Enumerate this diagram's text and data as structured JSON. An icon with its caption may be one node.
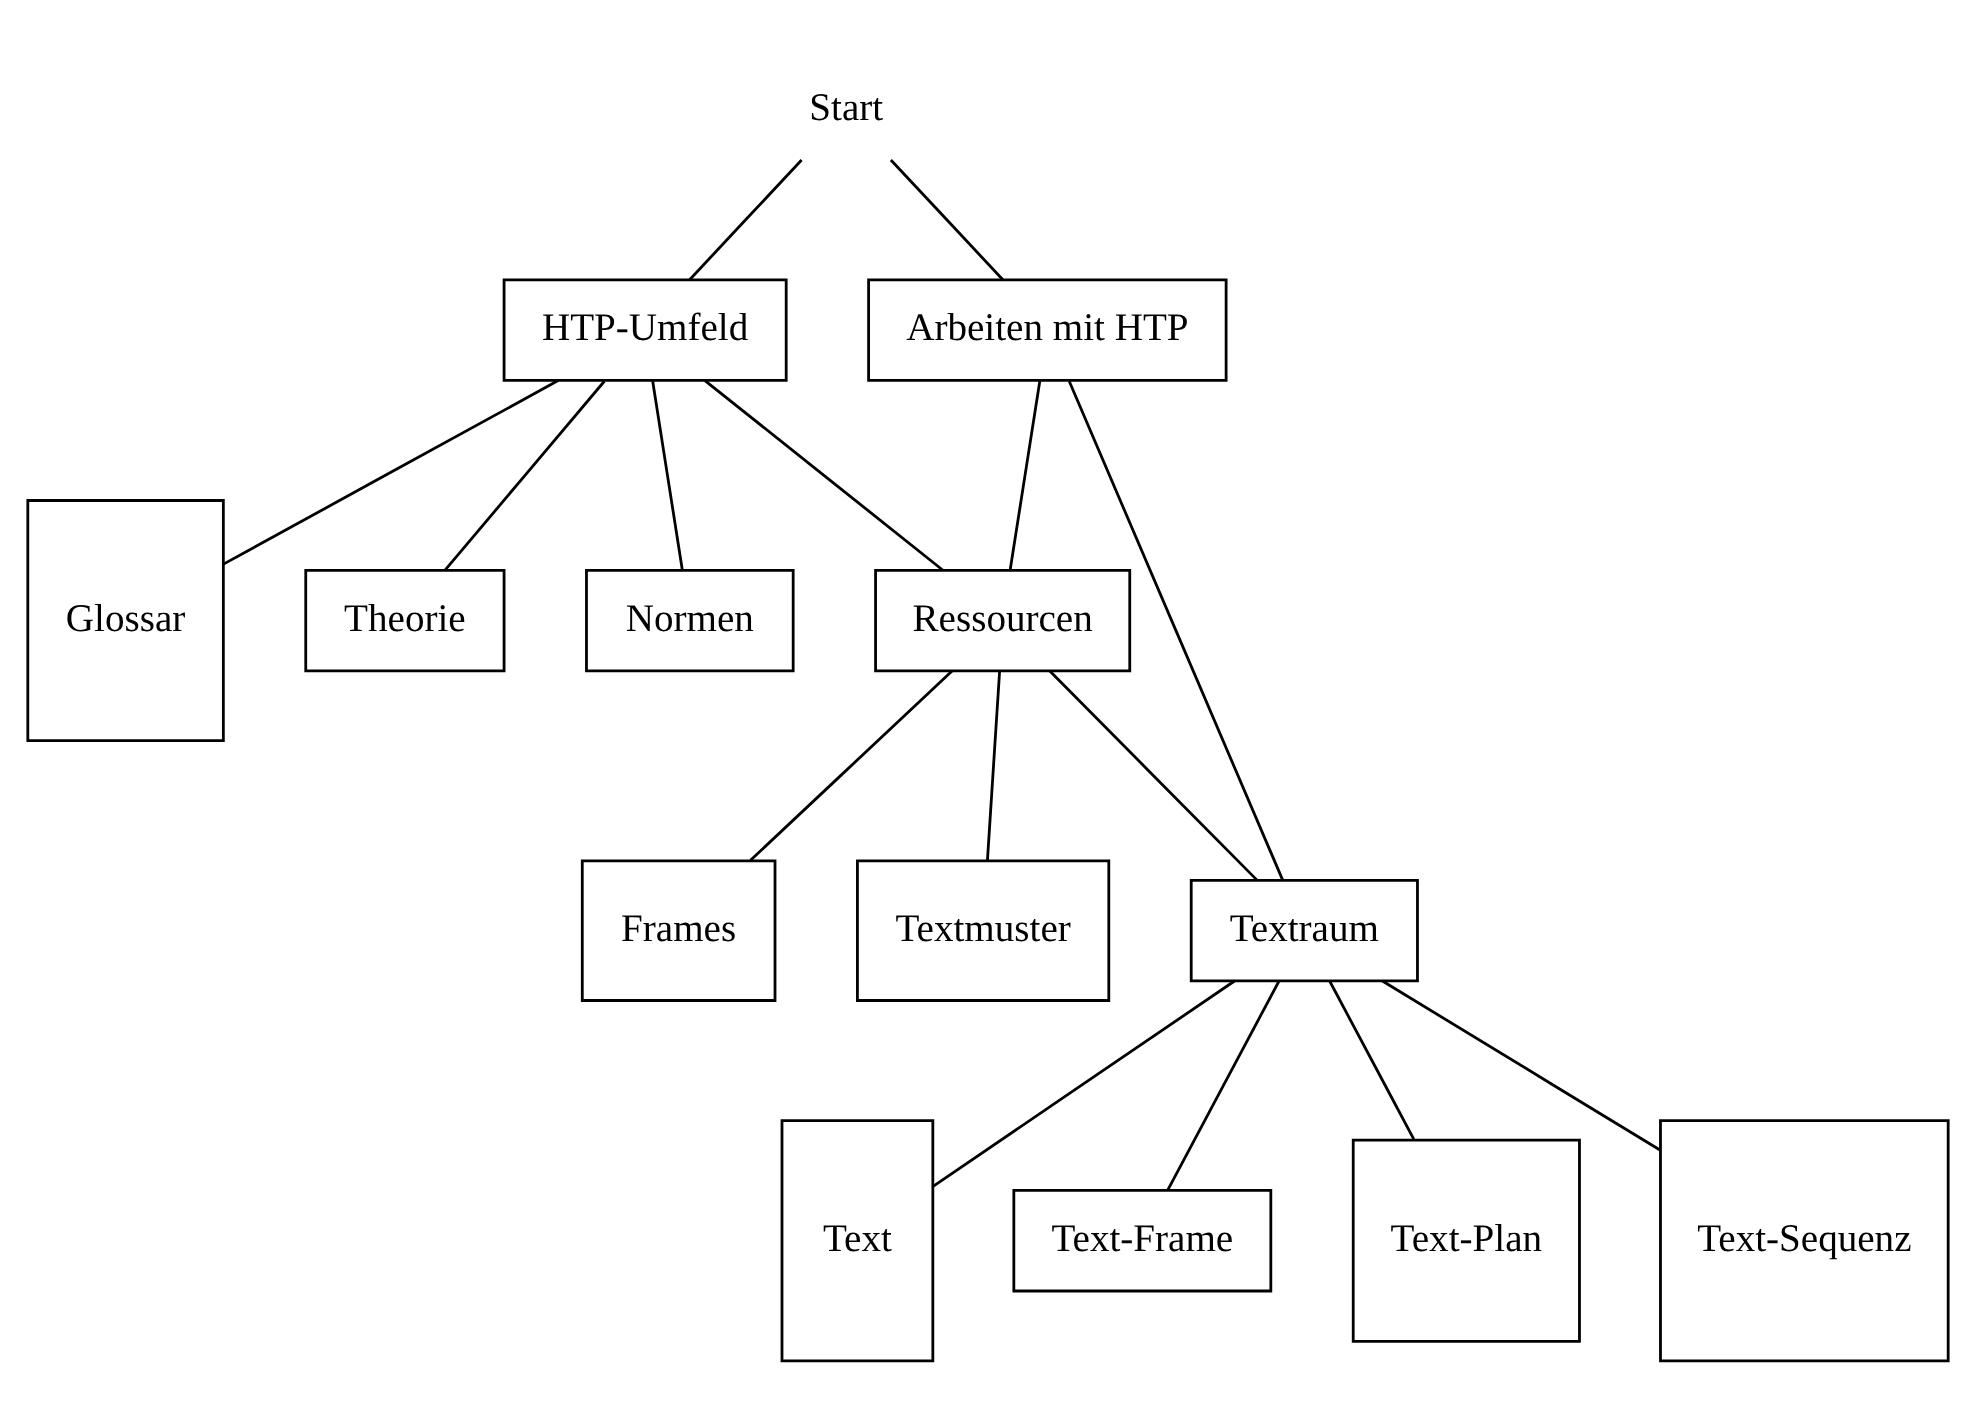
{
  "diagram": {
    "nodes": [
      {
        "text": [
          "Start"
        ]
      },
      {
        "text": [
          "HTP-Umfeld"
        ]
      },
      {
        "text": [
          "Arbeiten mit HTP"
        ]
      },
      {
        "text": [
          "Theorie"
        ]
      },
      {
        "text": [
          "Normen"
        ]
      },
      {
        "text": [
          "Glossar"
        ]
      },
      {
        "text": [
          "Ressourcen"
        ]
      },
      {
        "text": [
          "Textraum"
        ]
      },
      {
        "text": [
          "Text"
        ]
      },
      {
        "text": [
          "Frames"
        ]
      },
      {
        "text": [
          "Textmuster"
        ]
      },
      {
        "text": [
          "Text-Frame"
        ]
      },
      {
        "text": [
          "Text-Plan"
        ]
      },
      {
        "text": [
          "Text-Sequenz"
        ]
      }
    ],
    "edges": [
      {
        "from": 0,
        "to": 1,
        "arrow": "none"
      },
      {
        "from": 0,
        "to": 2,
        "arrow": "none"
      },
      {
        "from": 1,
        "to": 3,
        "arrow": "none"
      },
      {
        "from": 1,
        "to": 4,
        "arrow": "none"
      },
      {
        "from": 1,
        "to": 5,
        "arrow": "none"
      },
      {
        "from": 1,
        "to": 6,
        "arrow": "none"
      },
      {
        "from": 2,
        "to": 6,
        "arrow": "none"
      },
      {
        "from": 2,
        "to": 7,
        "arrow": "none"
      },
      {
        "from": 6,
        "to": 9,
        "arrow": "none"
      },
      {
        "from": 6,
        "to": 10,
        "arrow": "none"
      },
      {
        "from": 6,
        "to": 7,
        "arrow": "none"
      },
      {
        "from": 7,
        "to": 8,
        "arrow": "none"
      },
      {
        "from": 7,
        "to": 11,
        "arrow": "none"
      },
      {
        "from": 7,
        "to": 12,
        "arrow": "none"
      },
      {
        "from": 7,
        "to": 13,
        "arrow": "none"
      }
    ]
  }
}
